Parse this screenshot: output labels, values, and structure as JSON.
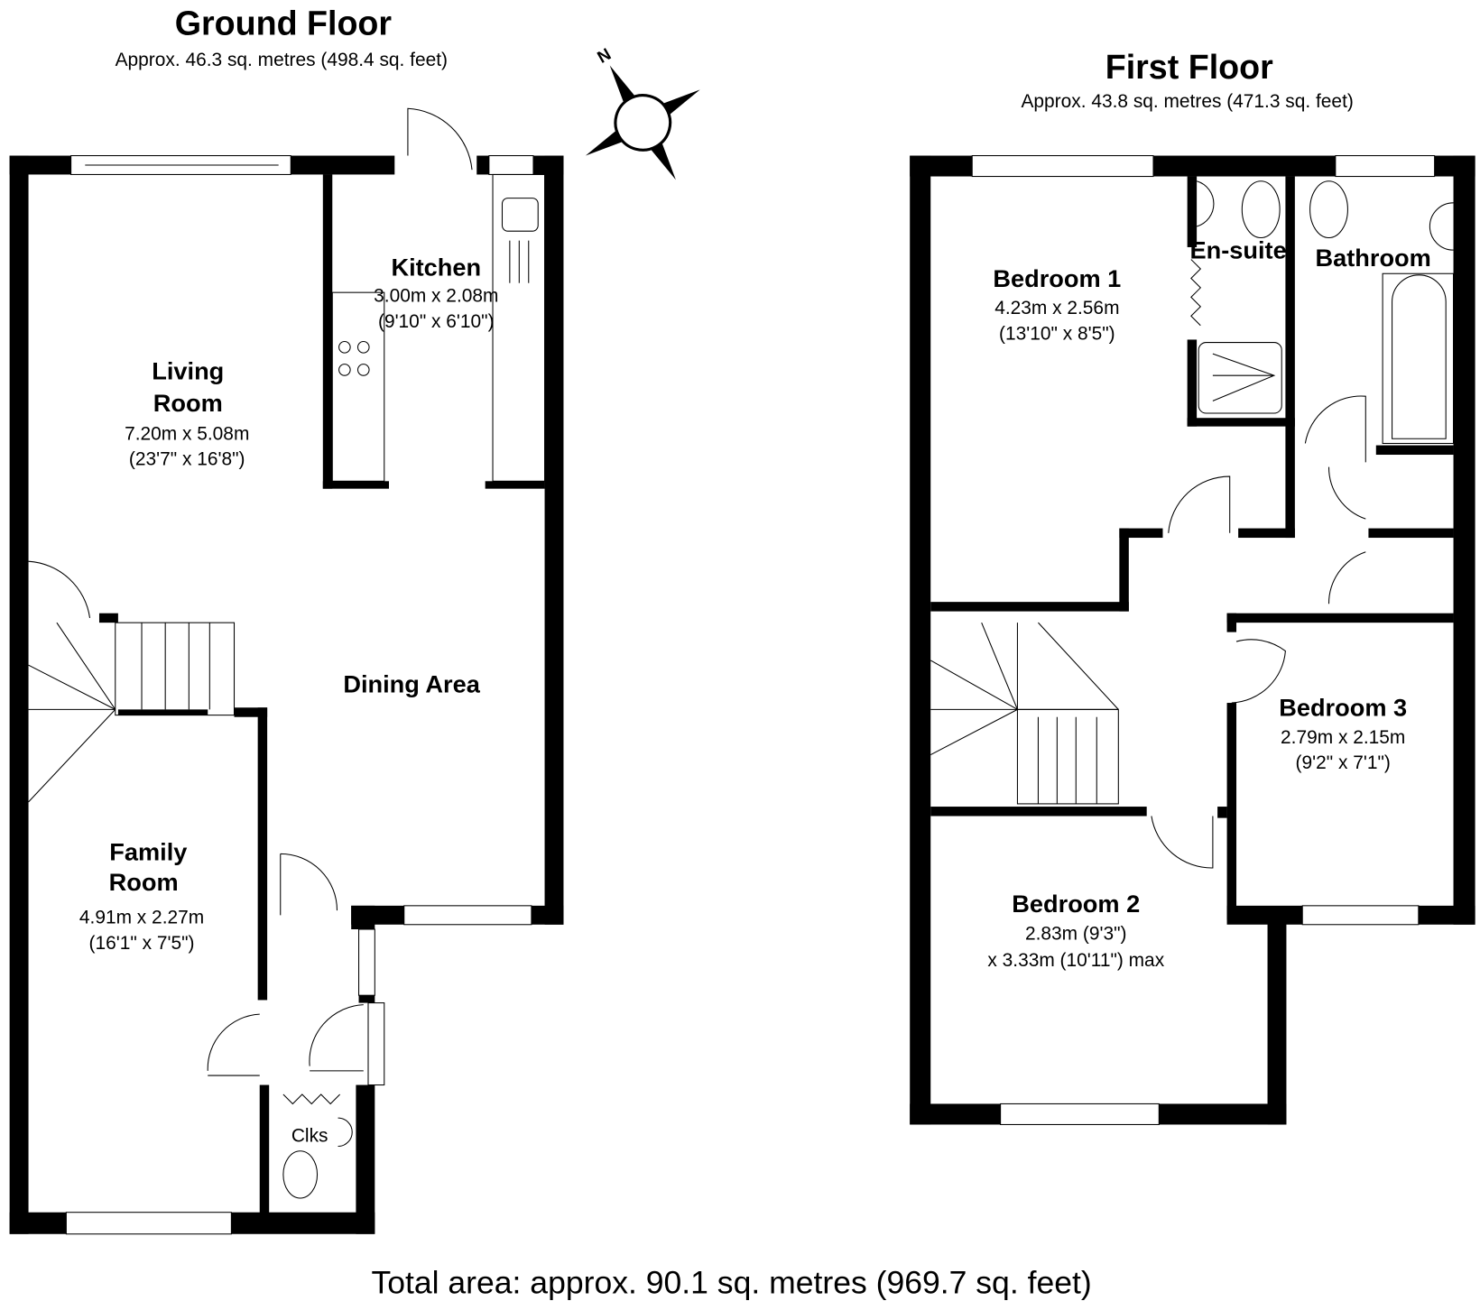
{
  "ground_floor": {
    "title": "Ground Floor",
    "area": "Approx. 46.3 sq. metres (498.4 sq. feet)",
    "rooms": {
      "kitchen": {
        "name": "Kitchen",
        "metric": "3.00m x 2.08m",
        "imperial": "(9'10\" x 6'10\")"
      },
      "living": {
        "name1": "Living",
        "name2": "Room",
        "metric": "7.20m x 5.08m",
        "imperial": "(23'7\" x 16'8\")"
      },
      "dining": {
        "name": "Dining Area"
      },
      "family": {
        "name1": "Family",
        "name2": "Room",
        "metric": "4.91m x 2.27m",
        "imperial": "(16'1\" x 7'5\")"
      },
      "clks": {
        "name": "Clks"
      }
    }
  },
  "first_floor": {
    "title": "First Floor",
    "area": "Approx. 43.8 sq. metres (471.3 sq. feet)",
    "rooms": {
      "bedroom1": {
        "name": "Bedroom 1",
        "metric": "4.23m x 2.56m",
        "imperial": "(13'10\" x 8'5\")"
      },
      "ensuite": {
        "name": "En-suite"
      },
      "bathroom": {
        "name": "Bathroom"
      },
      "bedroom3": {
        "name": "Bedroom 3",
        "metric": "2.79m x 2.15m",
        "imperial": "(9'2\" x 7'1\")"
      },
      "bedroom2": {
        "name": "Bedroom 2",
        "line1": "2.83m (9'3\")",
        "line2": "x 3.33m (10'11\") max"
      }
    }
  },
  "compass": {
    "label": "N"
  },
  "total_area": "Total area: approx. 90.1 sq. metres (969.7 sq. feet)"
}
